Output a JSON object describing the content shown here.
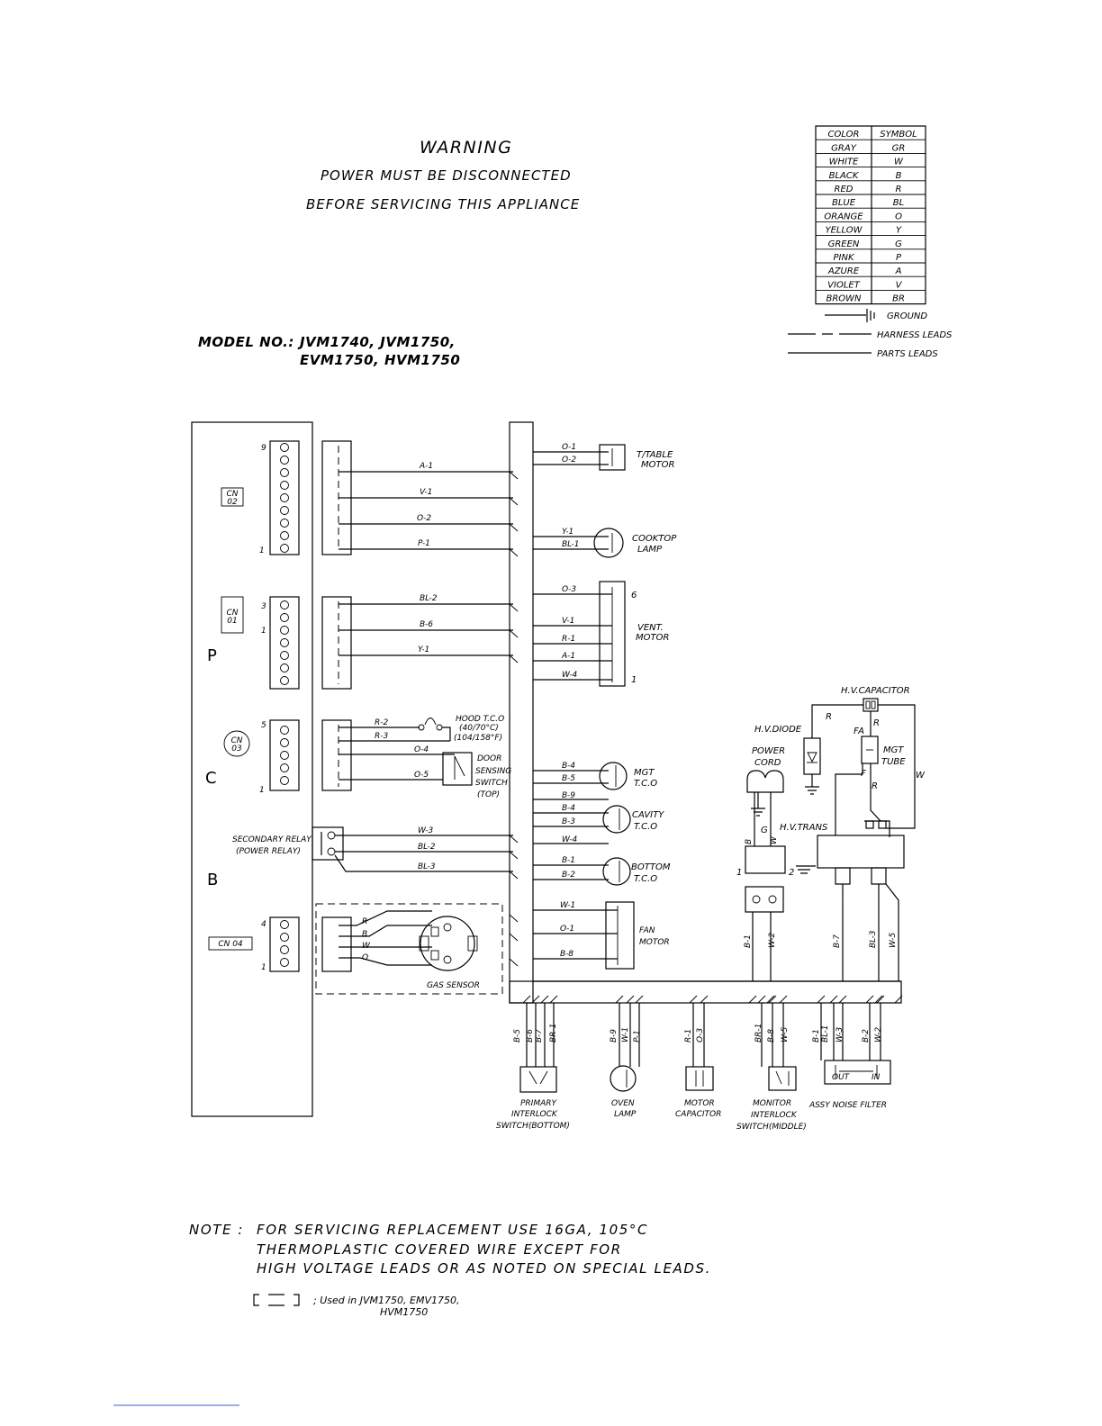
{
  "warning": {
    "title": "WARNING",
    "line1": "POWER MUST BE DISCONNECTED",
    "line2": "BEFORE SERVICING THIS APPLIANCE"
  },
  "model": {
    "label": "MODEL NO.:",
    "line1": "JVM1740, JVM1750,",
    "line2": "EVM1750, HVM1750"
  },
  "color_table": {
    "headers": [
      "COLOR",
      "SYMBOL"
    ],
    "rows": [
      [
        "GRAY",
        "GR"
      ],
      [
        "WHITE",
        "W"
      ],
      [
        "BLACK",
        "B"
      ],
      [
        "RED",
        "R"
      ],
      [
        "BLUE",
        "BL"
      ],
      [
        "ORANGE",
        "O"
      ],
      [
        "YELLOW",
        "Y"
      ],
      [
        "GREEN",
        "G"
      ],
      [
        "PINK",
        "P"
      ],
      [
        "AZURE",
        "A"
      ],
      [
        "VIOLET",
        "V"
      ],
      [
        "BROWN",
        "BR"
      ]
    ]
  },
  "legend": {
    "ground": "GROUND",
    "harness": "HARNESS LEADS",
    "parts": "PARTS LEADS"
  },
  "board": {
    "cn02": "CN 02",
    "cn01": "CN 01",
    "cn03": "CN 03",
    "cn04": "CN 04",
    "letters": [
      "P",
      "C",
      "B"
    ],
    "pins": {
      "cn02_top": "9",
      "cn02_bot": "1",
      "cn01_top": "3",
      "cn01_bot": "1",
      "cn03_top": "5",
      "cn03_bot": "1",
      "cn04_top": "4",
      "cn04_bot": "1"
    },
    "relay": [
      "SECONDARY RELAY",
      "(POWER RELAY)"
    ]
  },
  "wires": {
    "a1": "A-1",
    "v1": "V-1",
    "o2": "O-2",
    "p1": "P-1",
    "bl2": "BL-2",
    "b6": "B-6",
    "y1": "Y-1",
    "r2": "R-2",
    "r3": "R-3",
    "o4": "O-4",
    "o5": "O-5",
    "w3": "W-3",
    "bl2b": "BL-2",
    "bl3": "BL-3",
    "gs_r": "R",
    "gs_b": "B",
    "gs_w": "W",
    "gs_o": "O"
  },
  "hood_tco": [
    "HOOD T.C.O",
    "(40/70°C)",
    "(104/158°F)"
  ],
  "door_switch": [
    "DOOR",
    "SENSING",
    "SWITCH",
    "(TOP)"
  ],
  "gas_sensor": "GAS SENSOR",
  "right_wires": {
    "o1": "O-1",
    "o2": "O-2",
    "y1": "Y-1",
    "bl1": "BL-1",
    "o3": "O-3",
    "v1": "V-1",
    "r1": "R-1",
    "a1": "A-1",
    "w4": "W-4",
    "b4": "B-4",
    "b5": "B-5",
    "b9": "B-9",
    "b4b": "B-4",
    "b3": "B-3",
    "w4b": "W-4",
    "b1": "B-1",
    "b2": "B-2",
    "w1": "W-1",
    "o1b": "O-1",
    "b8": "B-8"
  },
  "components": {
    "ttable": [
      "T/TABLE",
      "MOTOR"
    ],
    "cooktop": [
      "COOKTOP",
      "LAMP"
    ],
    "vent": [
      "VENT.",
      "MOTOR"
    ],
    "vent_pin6": "6",
    "vent_pin1": "1",
    "mgt_tco": [
      "MGT",
      "T.C.O"
    ],
    "cavity_tco": [
      "CAVITY",
      "T.C.O"
    ],
    "bottom_tco": [
      "BOTTOM",
      "T.C.O"
    ],
    "fan_motor": [
      "FAN",
      "MOTOR"
    ]
  },
  "hv": {
    "capacitor": "H.V.CAPACITOR",
    "diode": "H.V.DIODE",
    "power_cord": [
      "POWER",
      "CORD"
    ],
    "mgt_tube": [
      "MGT",
      "TUBE"
    ],
    "trans": "H.V.TRANS",
    "labels": {
      "r_left": "R",
      "r_top": "R",
      "fa": "FA",
      "f": "F",
      "r_mid": "R",
      "w_right": "W",
      "b": "B",
      "g": "G",
      "w": "W",
      "n1": "1",
      "n2": "2"
    },
    "bottom_wires": [
      "B-1",
      "W-2",
      "B-7",
      "BL-3",
      "W-5"
    ]
  },
  "bottom_wires": {
    "primary": [
      "B-5",
      "B-6",
      "B-7",
      "BR-1"
    ],
    "oven": [
      "B-9",
      "W-1",
      "P-1"
    ],
    "motorcap": [
      "R-1",
      "O-3"
    ],
    "monitor": [
      "BR-1",
      "B-8",
      "W-5"
    ],
    "filter": [
      "B-1",
      "BL-1",
      "W-3",
      "B-2",
      "W-2"
    ]
  },
  "bottom_components": {
    "primary": [
      "PRIMARY",
      "INTERLOCK",
      "SWITCH(BOTTOM)"
    ],
    "oven_lamp": [
      "OVEN",
      "LAMP"
    ],
    "motor_cap": [
      "MOTOR",
      "CAPACITOR"
    ],
    "monitor": [
      "MONITOR",
      "INTERLOCK",
      "SWITCH(MIDDLE)"
    ],
    "filter": "ASSY NOISE FILTER",
    "filter_out": "OUT",
    "filter_in": "IN"
  },
  "note": {
    "label": "NOTE :",
    "line1": "FOR SERVICING REPLACEMENT USE 16GA, 105°C",
    "line2": "THERMOPLASTIC COVERED WIRE EXCEPT FOR",
    "line3": "HIGH VOLTAGE LEADS OR AS NOTED ON SPECIAL LEADS.",
    "used_line1": "; Used in JVM1750, EMV1750,",
    "used_line2": "HVM1750"
  }
}
